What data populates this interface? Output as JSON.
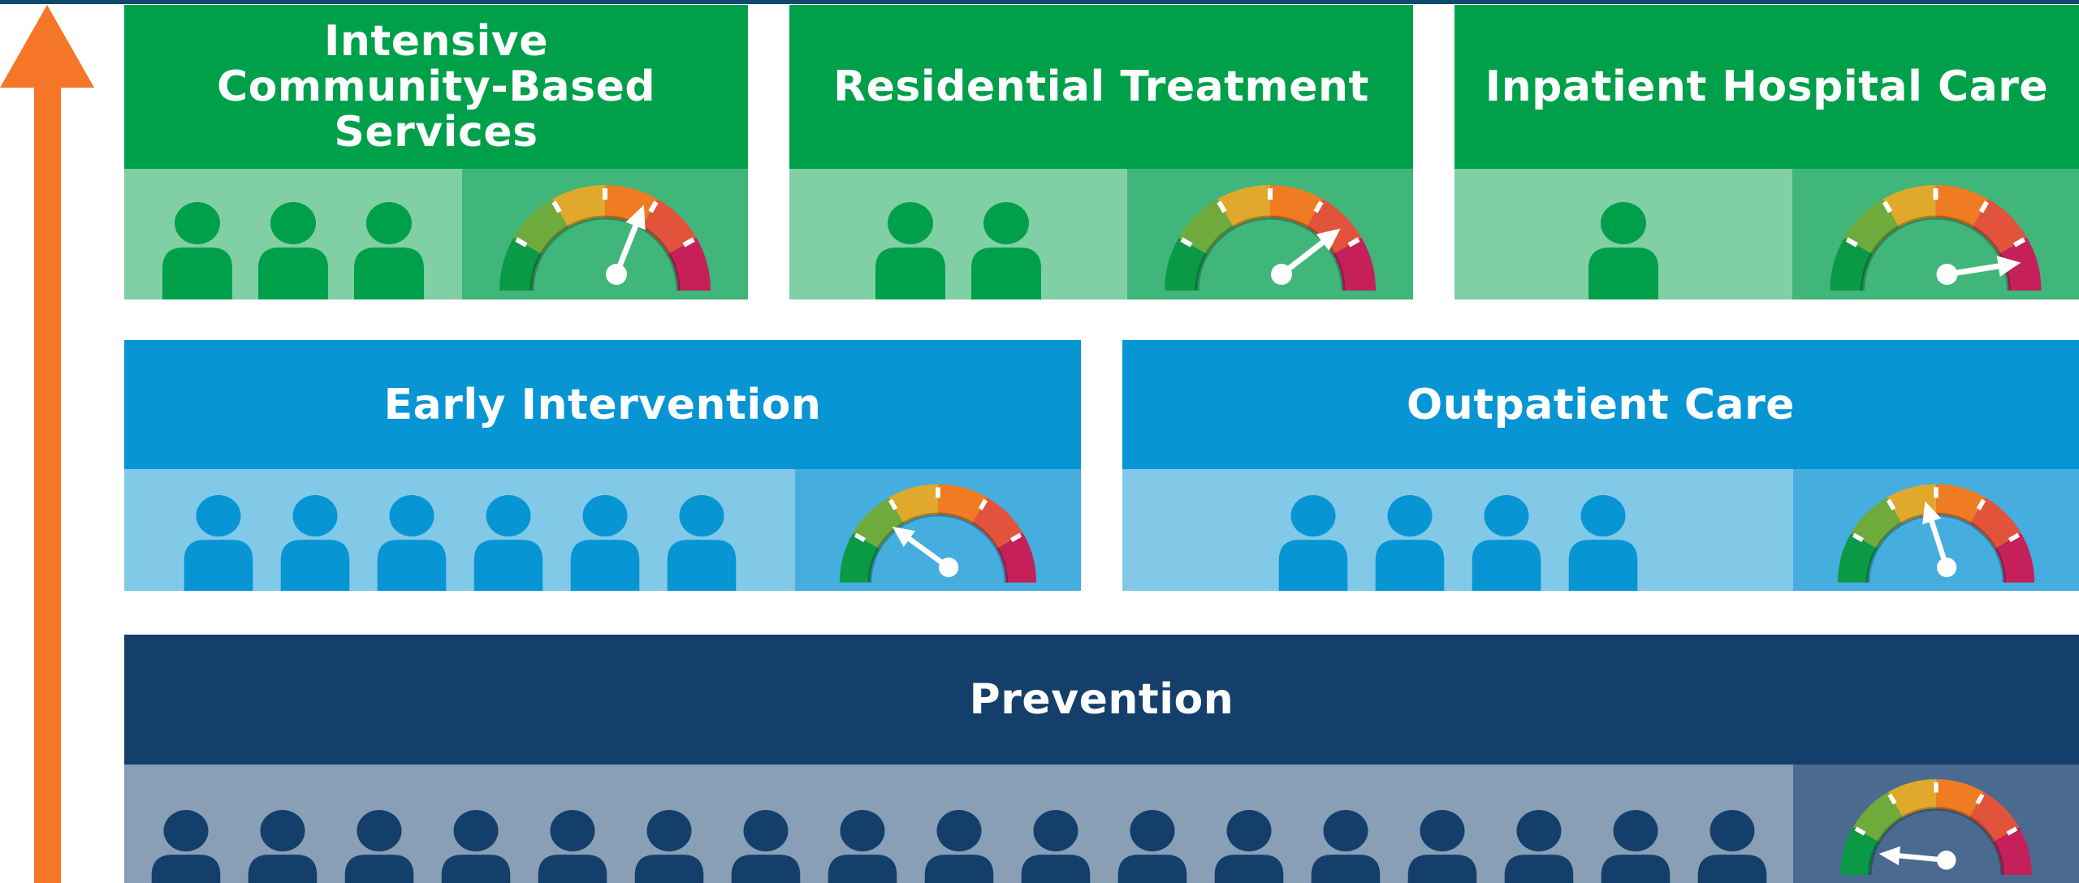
{
  "colors": {
    "arrow": "#f47626",
    "green_head": "#00a04b",
    "green_people_bg": "#80cfa5",
    "green_gauge_bg": "#40b67a",
    "green_person": "#00a04b",
    "blue_head": "#0795d4",
    "blue_people_bg": "#82c9e8",
    "blue_gauge_bg": "#45aedf",
    "blue_person": "#0795d4",
    "navy_head": "#133f6a",
    "navy_people_bg": "#889fb6",
    "navy_gauge_bg": "#4a6b8f",
    "navy_person": "#133f6a",
    "gauge_segments": [
      "#0a9a45",
      "#6eaa3c",
      "#e0a92c",
      "#ef7b22",
      "#e2533c",
      "#c6205a"
    ]
  },
  "icons": {
    "arrow": "up-arrow-icon",
    "person": "person-icon",
    "gauge": "gauge-icon"
  },
  "levels": [
    {
      "tier": "top",
      "cards": [
        {
          "id": "intensive",
          "title": "Intensive Community-Based Services",
          "people_count": 3,
          "gauge_level": 0.62
        },
        {
          "id": "residential",
          "title": "Residential Treatment",
          "people_count": 2,
          "gauge_level": 0.79
        },
        {
          "id": "inpatient",
          "title": "Inpatient Hospital Care",
          "people_count": 1,
          "gauge_level": 0.95
        }
      ]
    },
    {
      "tier": "middle",
      "cards": [
        {
          "id": "early",
          "title": "Early Intervention",
          "people_count": 6,
          "gauge_level": 0.2
        },
        {
          "id": "outpatient",
          "title": "Outpatient Care",
          "people_count": 4,
          "gauge_level": 0.4
        }
      ]
    },
    {
      "tier": "bottom",
      "cards": [
        {
          "id": "prevention",
          "title": "Prevention",
          "people_count": 17,
          "gauge_level": 0.03
        }
      ]
    }
  ]
}
